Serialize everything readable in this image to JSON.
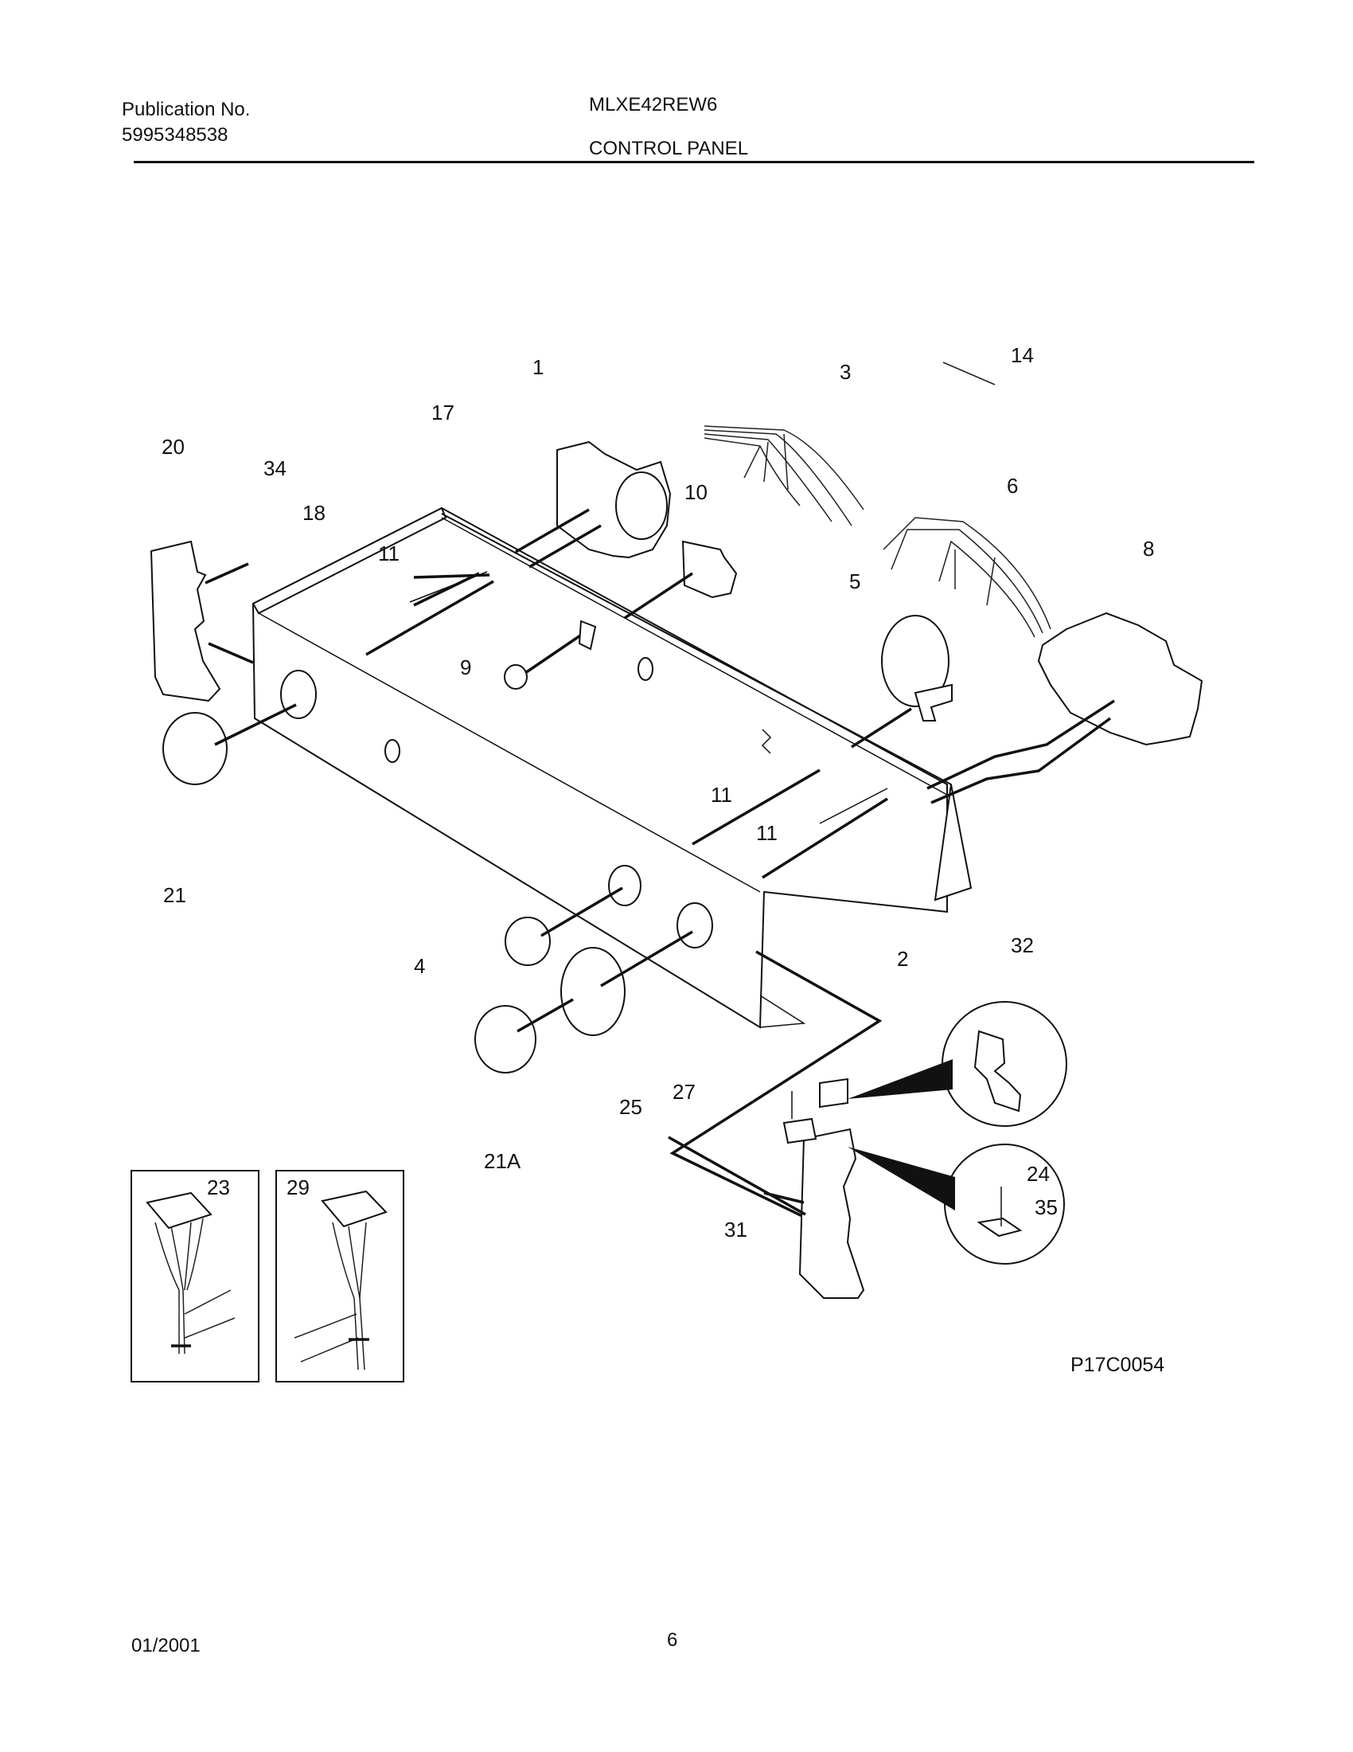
{
  "header": {
    "publication_label": "Publication No.",
    "publication_number": "5995348538",
    "model": "MLXE42REW6",
    "section_title": "CONTROL PANEL"
  },
  "callouts": [
    "1",
    "3",
    "14",
    "17",
    "20",
    "34",
    "18",
    "10",
    "6",
    "11",
    "8",
    "5",
    "9",
    "11",
    "11",
    "21",
    "4",
    "2",
    "32",
    "27",
    "25",
    "21A",
    "23",
    "29",
    "24",
    "35",
    "31"
  ],
  "diagram_id": "P17C0054",
  "footer": {
    "date": "01/2001",
    "page": "6"
  }
}
